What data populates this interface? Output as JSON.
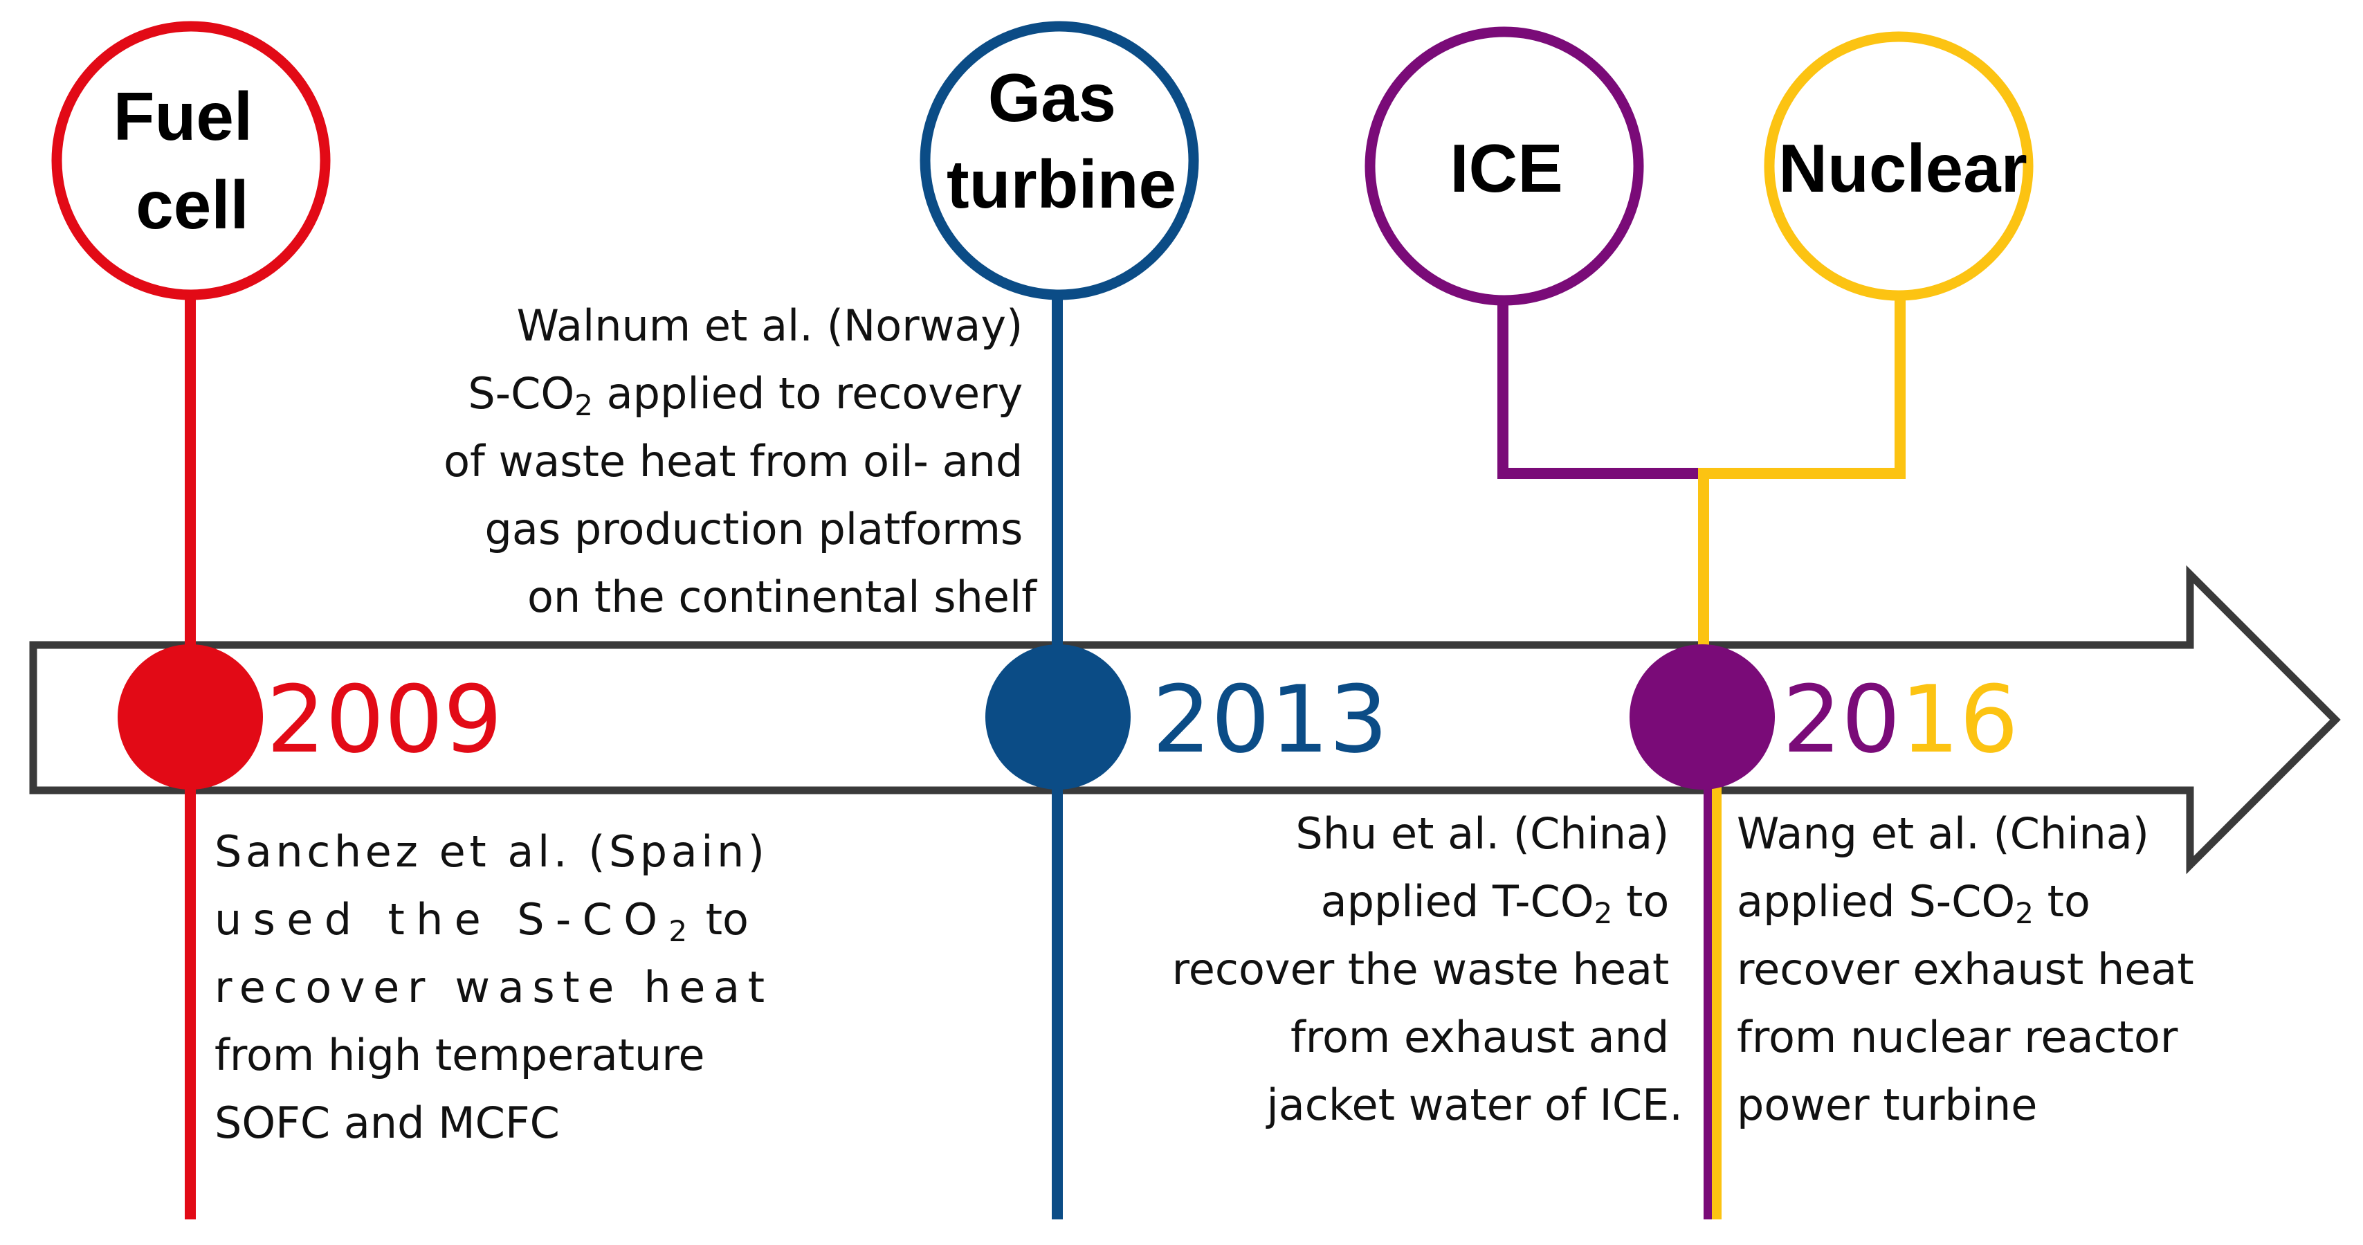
{
  "colors": {
    "fuel_cell": "#e20a16",
    "gas_turbine": "#0b4c86",
    "ice": "#7a0b78",
    "nuclear": "#fcc312",
    "arrow_stroke": "#3a3a3a"
  },
  "nodes": {
    "fuel_cell": {
      "line1": "Fuel",
      "line2": "cell"
    },
    "gas_turbine": {
      "line1": "Gas",
      "line2": "turbine"
    },
    "ice": {
      "label": "ICE"
    },
    "nuclear": {
      "label": "Nuclear"
    }
  },
  "years": {
    "y2009": "2009",
    "y2013": "2013",
    "y2016_part1": "20",
    "y2016_part2": "16"
  },
  "descriptions": {
    "walnum": {
      "l1": "Walnum et al. (Norway)",
      "l2_pre": "S-CO",
      "l2_sub": "2",
      "l2_post": " applied to recovery",
      "l3": "of waste heat from oil- and",
      "l4": "gas production platforms",
      "l5": "on the continental shelf"
    },
    "sanchez": {
      "l1": "Sanchez et al. (Spain)",
      "l2_pre": "used the S-CO",
      "l2_sub": "2",
      "l2_post": " to",
      "l3": "recover waste heat",
      "l4": "from high temperature",
      "l5": "SOFC and MCFC"
    },
    "shu": {
      "l1": "Shu et al. (China)",
      "l2_pre": "applied T-CO",
      "l2_sub": "2",
      "l2_post": " to",
      "l3": "recover the waste heat",
      "l4": "from exhaust and",
      "l5": "jacket water of ICE."
    },
    "wang": {
      "l1": "Wang et al. (China)",
      "l2_pre": "applied S-CO",
      "l2_sub": "2",
      "l2_post": " to",
      "l3": "recover exhaust heat",
      "l4": "from nuclear reactor",
      "l5": "power turbine"
    }
  }
}
